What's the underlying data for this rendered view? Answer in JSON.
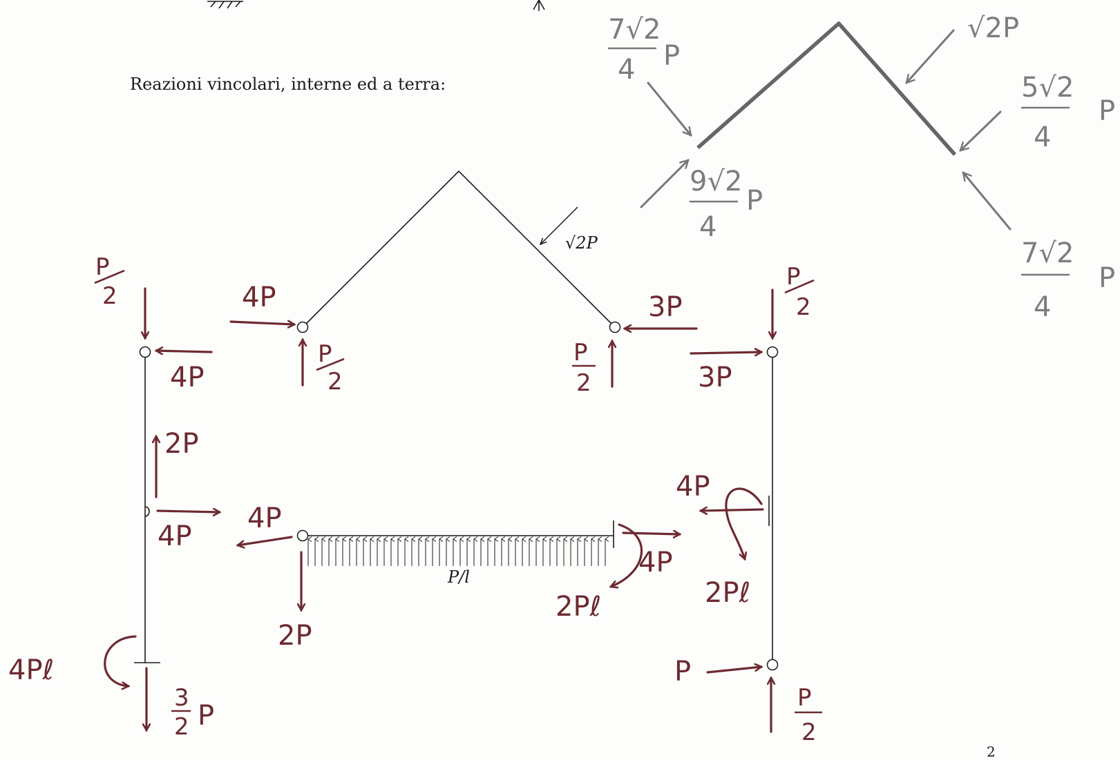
{
  "heading": "Reazioni vincolari, interne ed a terra:",
  "page_number": "2",
  "colors": {
    "ink": "#1a1a1a",
    "hand_ink": "#6d2a30",
    "pencil": "#777777"
  },
  "labels": {
    "roof_load": "√2P",
    "distributed_load": "P/l",
    "left_top_v_num": "P",
    "left_top_v_den": "2",
    "left_top_h": "4P",
    "roof_left_h": "4P",
    "roof_left_v_num": "P",
    "roof_left_v_den": "2",
    "roof_right_h": "3P",
    "roof_right_v_num": "P",
    "roof_right_v_den": "2",
    "right_top_h": "3P",
    "right_top_v_num": "P",
    "right_top_v_den": "2",
    "left_mid_v": "2P",
    "left_mid_h": "4P",
    "beam_left_h": "4P",
    "beam_left_v": "2P",
    "beam_right_h": "4P",
    "beam_right_m": "2Pℓ",
    "right_mid_h": "4P",
    "right_mid_m": "2Pℓ",
    "base_left_m": "4Pℓ",
    "base_left_v_num": "3",
    "base_left_v_den": "2",
    "base_left_v_unit": "P",
    "base_right_h": "P",
    "base_right_v_num": "P",
    "base_right_v_den": "2"
  },
  "pencil_sketch": {
    "top_load": "√2P",
    "left_top_num": "7√2",
    "left_top_den": "4",
    "left_top_unit": "P",
    "left_bot_num": "9√2",
    "left_bot_den": "4",
    "left_bot_unit": "P",
    "right_top_num": "5√2",
    "right_top_den": "4",
    "right_top_unit": "P",
    "right_bot_num": "7√2",
    "right_bot_den": "4",
    "right_bot_unit": "P"
  }
}
